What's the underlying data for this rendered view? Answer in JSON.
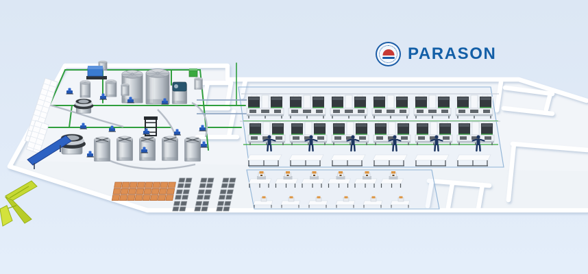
{
  "logo": {
    "text": "PARASON",
    "brand_color": "#135fa7",
    "badge": {
      "ring_color": "#1a5ca6",
      "emblem_color": "#c73a35"
    }
  },
  "colors": {
    "background_top": "#dce7f4",
    "background_bottom": "#e4eefa",
    "floor": "#f2f5f9",
    "wall": "#ffffff",
    "pipe_green": "#2f9e3d",
    "equipment_blue": "#2d62c3",
    "worker_navy": "#1c3560",
    "pallet_orange": "#dd8f52",
    "conveyor_yellow": "#c6d934",
    "machine_dark": "#363c41",
    "partition_blue": "#8fb3d6"
  },
  "scene": {
    "production_area": {
      "machine_row_1_count": 6,
      "machine_row_2_count": 6,
      "worker_count": 6,
      "table_count": 6,
      "packing_row_1_count": 6,
      "packing_row_2_count": 6
    },
    "storage": {
      "pallet_rows": 3,
      "pallet_cols": 8,
      "stack_cluster_rows": 3,
      "stack_cluster_cols": 3
    },
    "pulp_area": {
      "tank_count": 13,
      "pulper_count": 2,
      "pump_count": 12
    }
  }
}
